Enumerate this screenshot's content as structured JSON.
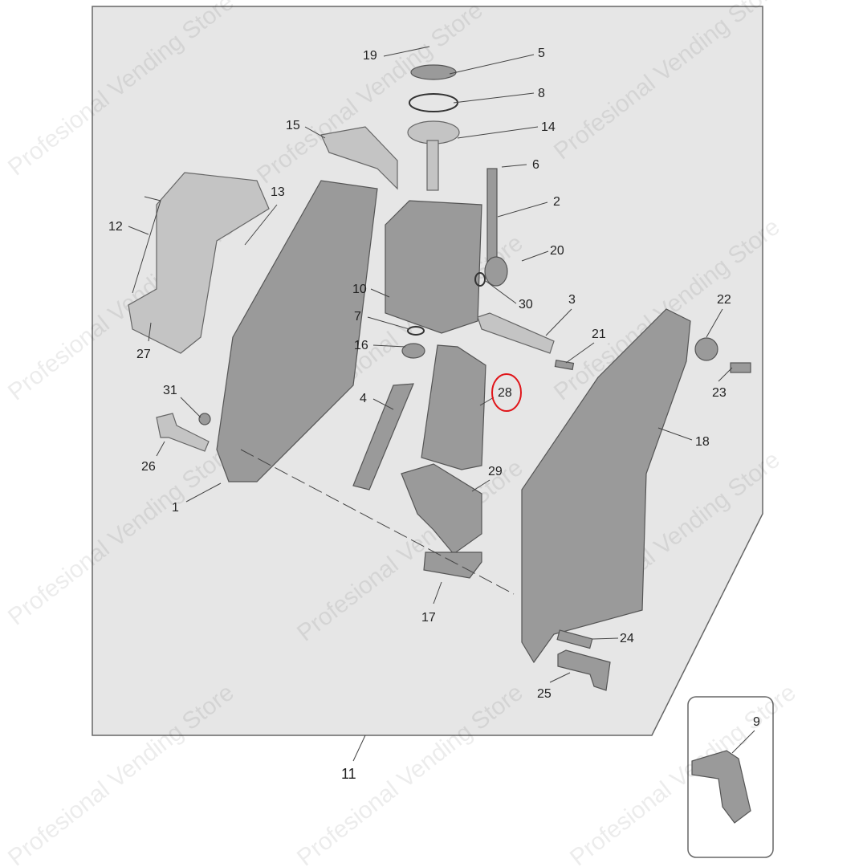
{
  "diagram": {
    "watermark": "Profesional Vending Store",
    "highlighted_label": "28",
    "highlight_color": "#e0161b",
    "labels": [
      "19",
      "5",
      "8",
      "15",
      "14",
      "6",
      "13",
      "2",
      "12",
      "20",
      "10",
      "30",
      "3",
      "22",
      "7",
      "27",
      "16",
      "21",
      "28",
      "31",
      "23",
      "4",
      "18",
      "26",
      "29",
      "1",
      "17",
      "24",
      "25",
      "9",
      "11"
    ]
  }
}
